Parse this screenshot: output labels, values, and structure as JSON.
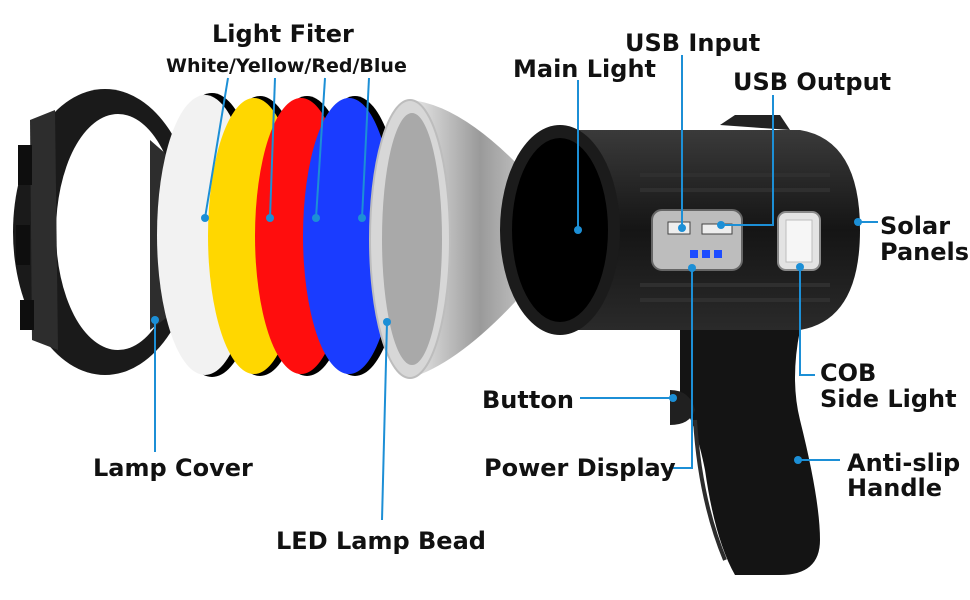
{
  "labels": {
    "light_filter": "Light Fiter",
    "filter_colors": "White/Yellow/Red/Blue",
    "main_light": "Main Light",
    "usb_input": "USB Input",
    "usb_output": "USB Output",
    "solar_panels_1": "Solar",
    "solar_panels_2": "Panels",
    "cob_1": "COB",
    "cob_2": "Side Light",
    "button": "Button",
    "power_display": "Power Display",
    "anti_slip_1": "Anti-slip",
    "anti_slip_2": "Handle",
    "lamp_cover": "Lamp Cover",
    "led_lamp_bead": "LED Lamp Bead"
  },
  "colors": {
    "leader": "#1c8fd6",
    "filter_white": "#f2f2f2",
    "filter_yellow": "#ffd700",
    "filter_red": "#ff0d0d",
    "filter_blue": "#1a3cff",
    "body": "#151515"
  }
}
